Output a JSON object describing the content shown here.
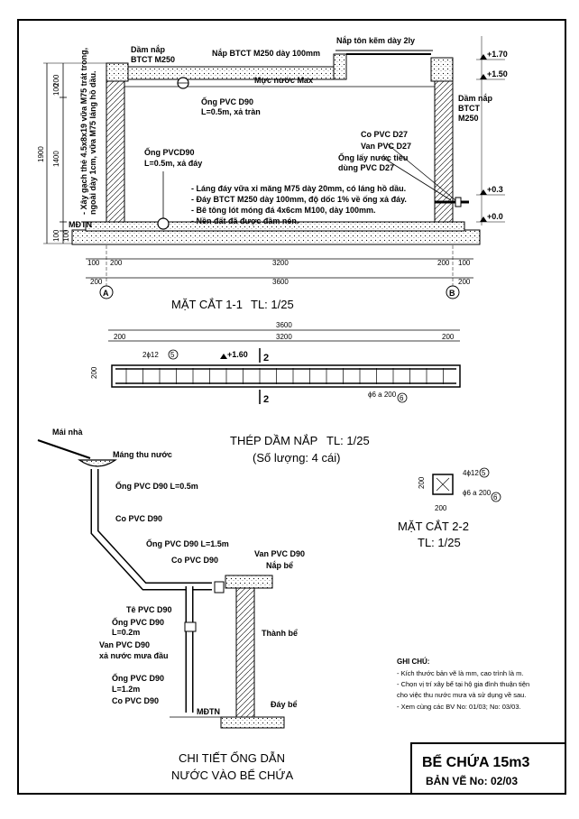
{
  "section11": {
    "labels": {
      "dam_nap_left": "Dầm nắp\nBTCT M250",
      "nap_btct": "Nắp BTCT M250 dày 100mm",
      "nap_ton": "Nắp tôn kẽm dày 2ly",
      "muc_nuoc": "Mực nước Max",
      "dam_nap_right": "Dầm nắp\nBTCT\nM250",
      "ong_tran": "Ống  PVC D90\nL=0.5m, xả tràn",
      "ong_day": "Ống PVCD90\nL=0.5m, xả đáy",
      "co_pvc": "Co PVC D27",
      "van_pvc": "Van PVC D27",
      "ong_lay": "Ống lấy nước tiêu\ndùng PVC D27",
      "wall_note": "- Xây gạch thẻ 4.5x8x19 vữa M75 trát trong,\nngoài dày 1cm, vữa M75 láng hồ dầu.",
      "notes": [
        "- Láng đáy vữa xi măng M75 dày 20mm, có láng hồ dầu.",
        "- Đáy BTCT M250 dày 100mm, độ dốc 1% về ống xả đáy.",
        "- Bê tông lót móng đá 4x6cm M100, dày 100mm.",
        "- Nền đất đã được đầm nén."
      ],
      "mdtn": "MĐTN"
    },
    "levels": [
      "+1.70",
      "+1.50",
      "+0.3",
      "+0.0"
    ],
    "dims_vertical": [
      "200",
      "100",
      "1400",
      "1900",
      "100",
      "100"
    ],
    "dims_bottom_row1": [
      "100",
      "200",
      "3200",
      "200",
      "100"
    ],
    "dims_bottom_row2": [
      "200",
      "3600",
      "200"
    ],
    "axis": [
      "A",
      "B"
    ],
    "title": "MẶT CẮT 1-1",
    "scale": "TL: 1/25"
  },
  "beam": {
    "dims_top": [
      "3600",
      "200",
      "3200",
      "200"
    ],
    "dim_left": "200",
    "rebar_top": "2ϕ12",
    "rebar_top_mark": "5",
    "level": "+1.60",
    "section_mark": "2",
    "stirrup": "ϕ6 a 200",
    "stirrup_mark": "6",
    "title": "THÉP DẦM NẮP",
    "scale": "TL: 1/25",
    "quantity": "(Số lượng: 4 cái)"
  },
  "section22": {
    "dims": [
      "200",
      "200"
    ],
    "rebar": "4ϕ12",
    "rebar_mark": "5",
    "stirrup": "ϕ6 a 200",
    "stirrup_mark": "6",
    "title": "MẶT CẮT 2-2",
    "scale": "TL: 1/25"
  },
  "pipe_detail": {
    "labels": [
      "Mái nhà",
      "Máng thu nước",
      "Ống PVC D90 L=0.5m",
      "Co PVC D90",
      "Ống PVC D90 L=1.5m",
      "Co PVC D90",
      "Van PVC D90",
      "Nắp bể",
      "Tê PVC D90",
      "Ống PVC D90",
      "L=0.2m",
      "Thành bể",
      "Van PVC D90",
      "xả nước mưa đầu",
      "Ống PVC D90",
      "L=1.2m",
      "Co PVC D90",
      "MĐTN",
      "Đáy bể"
    ],
    "title_line1": "CHI TIẾT ỐNG DẪN",
    "title_line2": "NƯỚC VÀO BỂ CHỨA"
  },
  "general_notes": {
    "heading": "GHI CHÚ:",
    "lines": [
      "- Kích thước bản vẽ là mm, cao trình là m.",
      "- Chọn vị trí xây bể tại hộ gia đình thuận tiện",
      "cho việc thu nước mưa và sử dụng  về sau.",
      "- Xem cùng các BV No: 01/03; No: 03/03."
    ]
  },
  "title_block": {
    "name": "BỂ CHỨA 15m3",
    "sheet": "BẢN VẼ No: 02/03"
  }
}
